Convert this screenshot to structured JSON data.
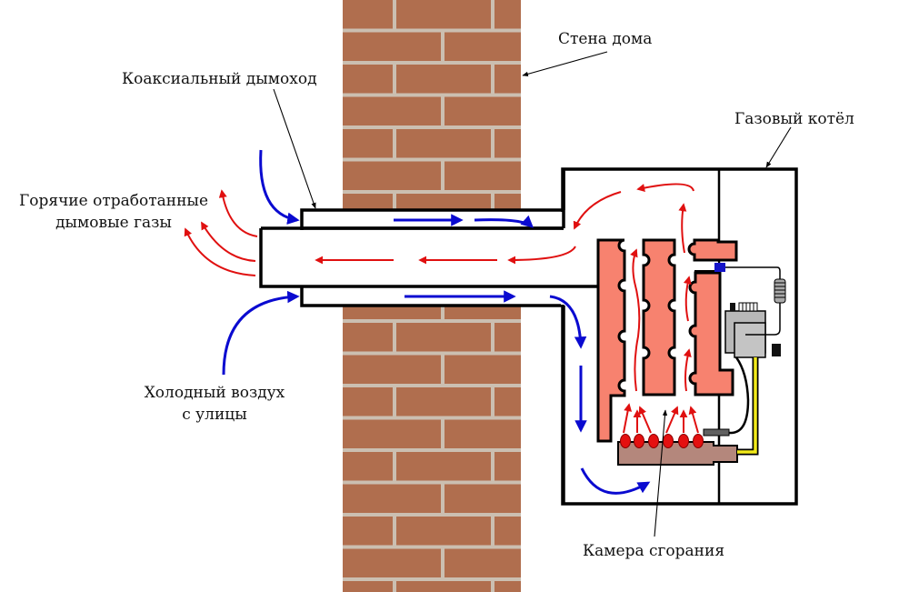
{
  "labels": {
    "wall": "Стена дома",
    "coaxial_chimney": "Коаксиальный дымоход",
    "boiler": "Газовый котёл",
    "exhaust_line1": "Горячие отработанные",
    "exhaust_line2": "дымовые газы",
    "cold_air_line1": "Холодный воздух",
    "cold_air_line2": "с улицы",
    "combustion_chamber": "Камера сгорания"
  },
  "colors": {
    "hot_gas": "#e01010",
    "cold_air": "#0a0ad0",
    "brick": "#b06e4e",
    "mortar": "#cbbfb1",
    "heat_exchanger": "#f7826f",
    "burner": "#b4877c",
    "flame": "#e41010",
    "gas_valve": "#b8b8b8",
    "gas_line": "#f2ea1a",
    "outline": "#000000"
  }
}
